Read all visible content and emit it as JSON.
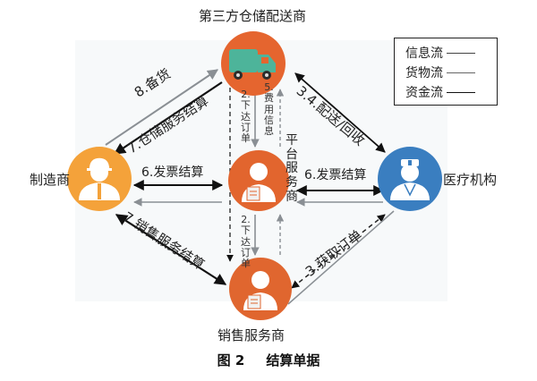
{
  "nodes": {
    "warehouse": {
      "label": "第三方仓储配送商",
      "color": "#e5652f"
    },
    "manufacturer": {
      "label": "制造商",
      "color": "#f4a23a"
    },
    "platform": {
      "label": "平台服务商",
      "color": "#e2652e"
    },
    "hospital": {
      "label": "医疗机构",
      "color": "#3a7ec0"
    },
    "sales": {
      "label": "销售服务商",
      "color": "#e0662f"
    }
  },
  "edges": {
    "stock": "8.备货",
    "warehouse_settle": "7.仓储服务结算",
    "deliver_return": "3.4.配送/回收",
    "order_down_top": "2.下达订单",
    "fee_info": "5.费用信息",
    "invoice_left": "6.发票结算",
    "invoice_right": "6.发票结算",
    "order_down_bottom": "2.下达订单",
    "sales_settle": "7.销售服务结算",
    "get_order": "3.获取订单"
  },
  "legend": {
    "info": "信息流",
    "goods": "货物流",
    "money": "资金流"
  },
  "caption": {
    "number": "图 2",
    "title": "结算单据"
  },
  "colors": {
    "goods_flow": "#8a8f94",
    "money_flow": "#111111",
    "info_flow": "#222222"
  }
}
